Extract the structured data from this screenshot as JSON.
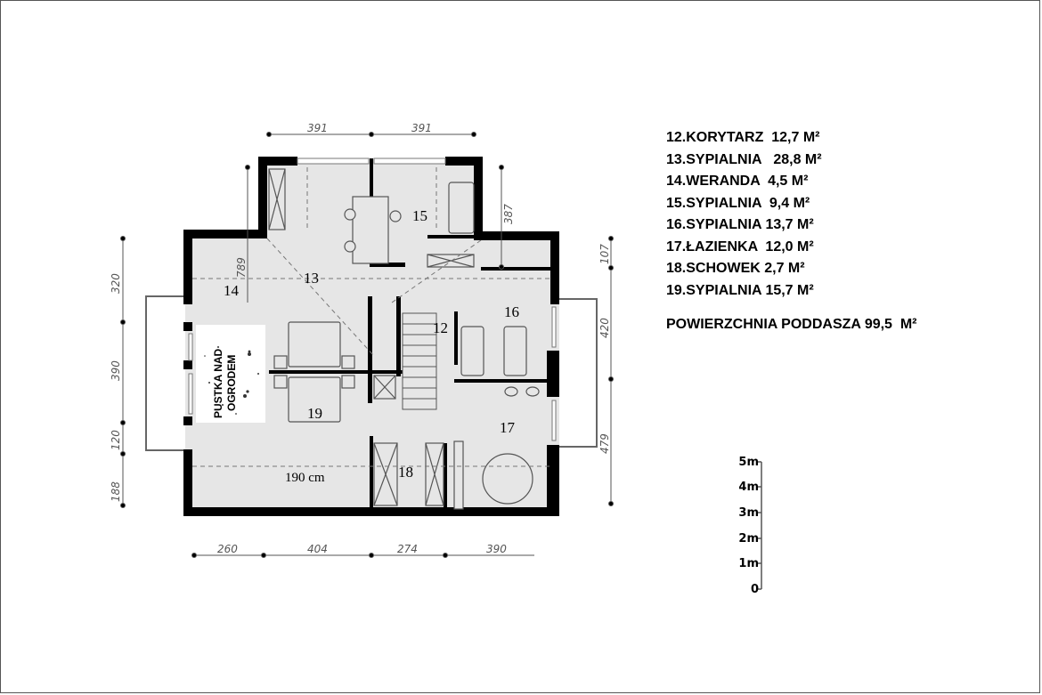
{
  "legend": {
    "rooms": [
      {
        "label": "12.KORYTARZ  12,7 M²"
      },
      {
        "label": "13.SYPIALNIA   28,8 M²"
      },
      {
        "label": "14.WERANDA  4,5 M²"
      },
      {
        "label": "15.SYPIALNIA  9,4 M²"
      },
      {
        "label": "16.SYPIALNIA 13,7 M²"
      },
      {
        "label": "17.ŁAZIENKA  12,0 M²"
      },
      {
        "label": "18.SCHOWEK 2,7 M²"
      },
      {
        "label": "19.SYPIALNIA 15,7 M²"
      }
    ],
    "total": "POWIERZCHNIA PODDASZA 99,5  M²"
  },
  "plan": {
    "room_numbers": [
      "12",
      "13",
      "14",
      "15",
      "16",
      "17",
      "18",
      "19"
    ],
    "void_label_line1": "PUSTKA NAD",
    "void_label_line2": "OGRODEM",
    "note": "190 cm"
  },
  "dimensions": {
    "top": [
      "391",
      "391"
    ],
    "bottom": [
      "260",
      "404",
      "274",
      "390"
    ],
    "left": [
      "320",
      "390",
      "120",
      "188"
    ],
    "left_inner": "789",
    "right": [
      "107",
      "420",
      "479"
    ],
    "right_inner": "387"
  },
  "scale_bar": {
    "ticks": [
      "5m",
      "4m",
      "3m",
      "2m",
      "1m",
      "0"
    ]
  },
  "colors": {
    "floor": "#e6e6e6",
    "wall": "#000000",
    "dimension": "#555555"
  }
}
